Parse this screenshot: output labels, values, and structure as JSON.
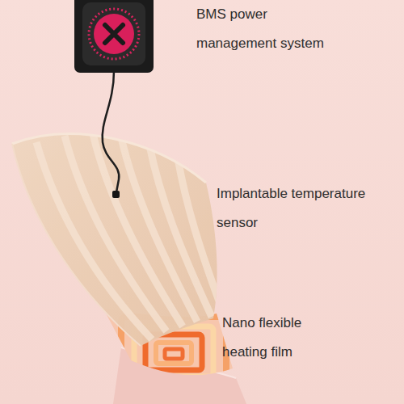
{
  "diagram": {
    "labels": [
      "BMS power management system",
      "Implantable temperature sensor",
      "Nano flexible heating film"
    ]
  }
}
